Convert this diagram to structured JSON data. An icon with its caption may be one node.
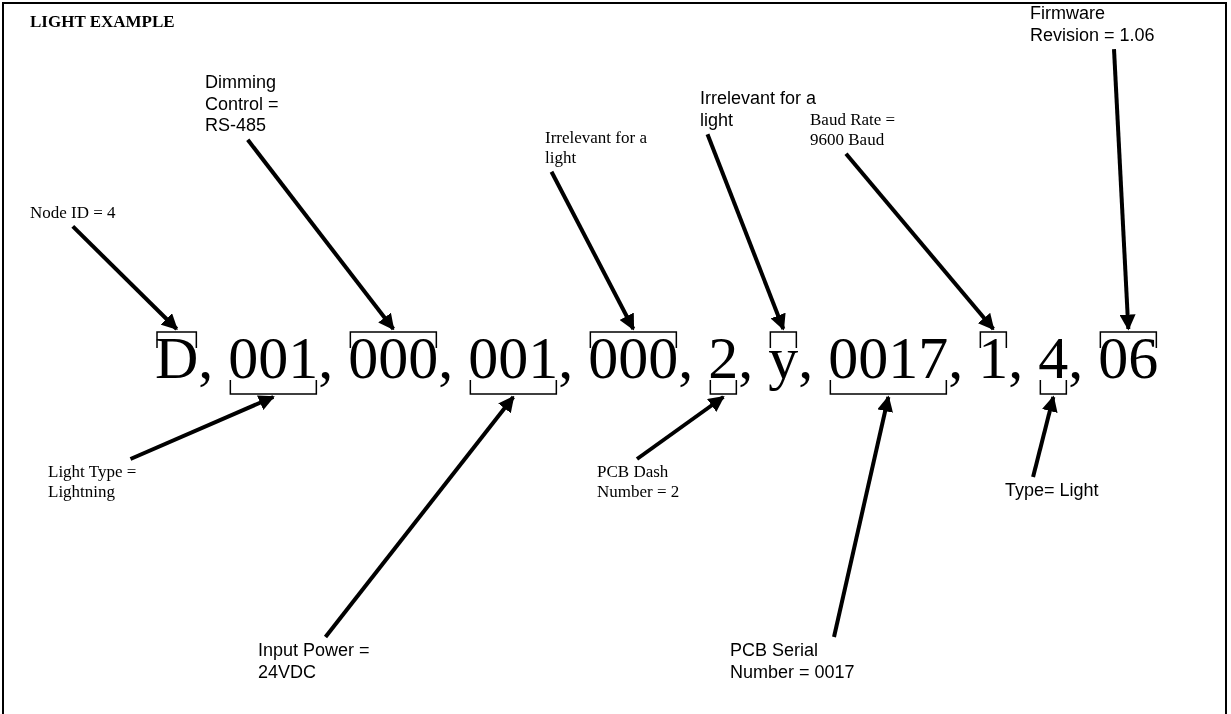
{
  "diagram": {
    "title": "LIGHT EXAMPLE",
    "nodes": [
      {
        "text": [
          "Node ID = 4"
        ]
      },
      {
        "text": [
          "Dimming Control = RS-485"
        ]
      },
      {
        "text": [
          "Irrelevant for a light"
        ]
      },
      {
        "text": [
          "Irrelevant for a light"
        ]
      },
      {
        "text": [
          "Baud Rate = 9600 Baud"
        ]
      },
      {
        "text": [
          "Firmware Revision = 1.06"
        ]
      },
      {
        "text": [
          "D"
        ]
      },
      {
        "text": [
          "001"
        ]
      },
      {
        "text": [
          "000"
        ]
      },
      {
        "text": [
          "001"
        ]
      },
      {
        "text": [
          "000"
        ]
      },
      {
        "text": [
          "2"
        ]
      },
      {
        "text": [
          "y"
        ]
      },
      {
        "text": [
          "0017"
        ]
      },
      {
        "text": [
          "1"
        ]
      },
      {
        "text": [
          "4"
        ]
      },
      {
        "text": [
          "06"
        ]
      },
      {
        "text": [
          "Light Type = Lightning"
        ]
      },
      {
        "text": [
          "Input Power = 24VDC"
        ]
      },
      {
        "text": [
          "PCB Dash Number = 2"
        ]
      },
      {
        "text": [
          "PCB Serial Number = 0017"
        ]
      },
      {
        "text": [
          "Type= Light"
        ]
      }
    ],
    "edges": [
      {
        "from": 0,
        "to": 6,
        "arrow": "to"
      },
      {
        "from": 1,
        "to": 8,
        "arrow": "to"
      },
      {
        "from": 2,
        "to": 10,
        "arrow": "to"
      },
      {
        "from": 3,
        "to": 12,
        "arrow": "to"
      },
      {
        "from": 4,
        "to": 14,
        "arrow": "to"
      },
      {
        "from": 5,
        "to": 16,
        "arrow": "to"
      },
      {
        "from": 17,
        "to": 7,
        "arrow": "to"
      },
      {
        "from": 18,
        "to": 9,
        "arrow": "to"
      },
      {
        "from": 19,
        "to": 11,
        "arrow": "to"
      },
      {
        "from": 20,
        "to": 13,
        "arrow": "to"
      },
      {
        "from": 21,
        "to": 15,
        "arrow": "to"
      }
    ],
    "labels": [
      ",",
      ",",
      ",",
      ",",
      ",",
      ",",
      ",",
      ",",
      ",",
      ","
    ]
  }
}
